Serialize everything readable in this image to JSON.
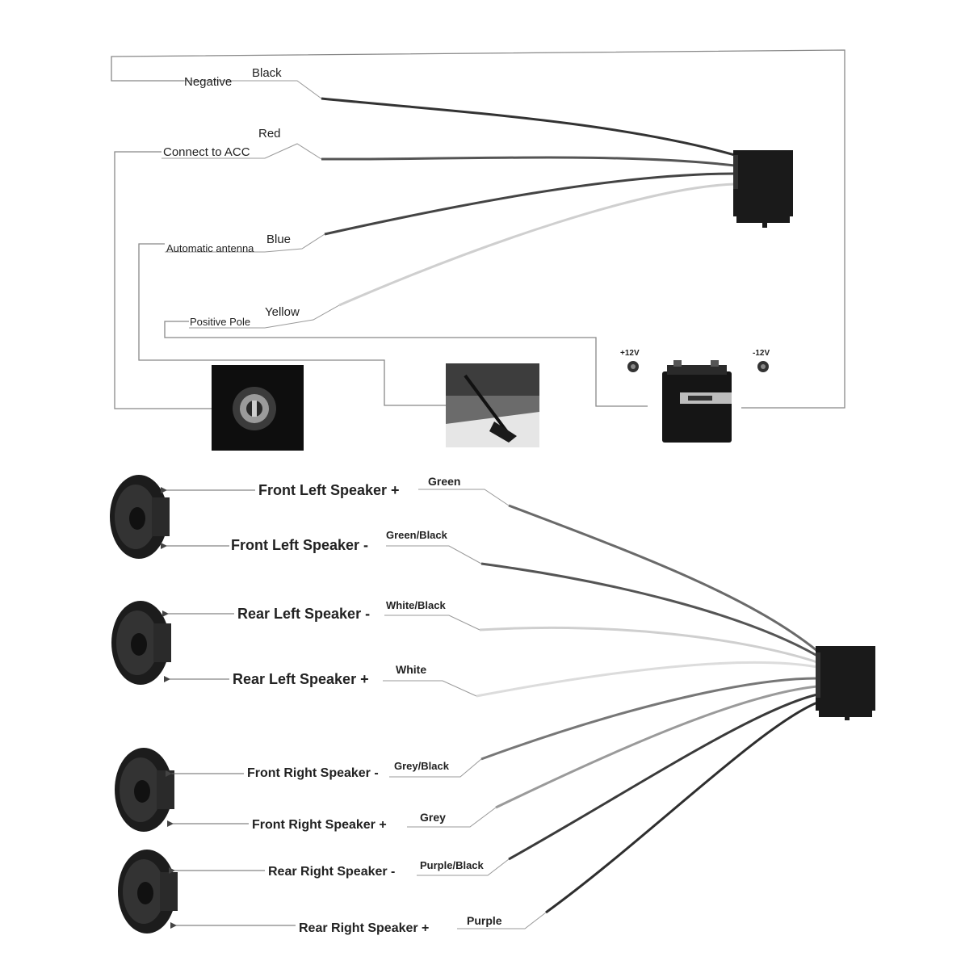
{
  "power_section": {
    "negative": {
      "function": "Negative",
      "color": "Black"
    },
    "acc": {
      "function": "Connect to ACC",
      "color": "Red"
    },
    "antenna": {
      "function": "Automatic antenna",
      "color": "Blue"
    },
    "positive": {
      "function": "Positive Pole",
      "color": "Yellow"
    },
    "battery": {
      "plus_label": "+12V",
      "minus_label": "-12V"
    }
  },
  "speaker_section": {
    "wires": [
      {
        "function": "Front Left Speaker +",
        "color": "Green"
      },
      {
        "function": "Front Left Speaker -",
        "color": "Green/Black"
      },
      {
        "function": "Rear Left Speaker -",
        "color": "White/Black"
      },
      {
        "function": "Rear Left Speaker +",
        "color": "White"
      },
      {
        "function": "Front Right Speaker -",
        "color": "Grey/Black"
      },
      {
        "function": "Front Right Speaker +",
        "color": "Grey"
      },
      {
        "function": "Rear Right Speaker -",
        "color": "Purple/Black"
      },
      {
        "function": "Rear Right Speaker +",
        "color": "Purple"
      }
    ]
  },
  "style": {
    "wire_dark": "#3a3a3a",
    "wire_mid": "#6e6e6e",
    "wire_light": "#c8c8c8",
    "line": "#8a8a8a"
  }
}
